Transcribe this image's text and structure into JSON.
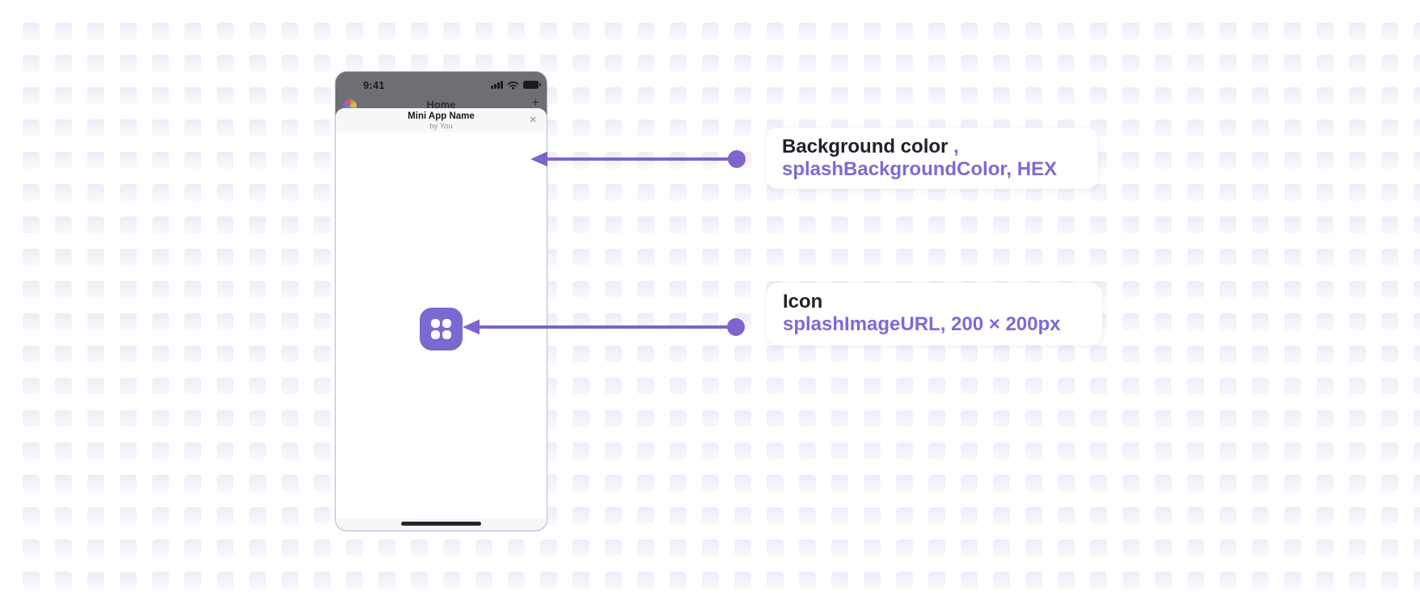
{
  "phone": {
    "status_bar": {
      "time": "9:41"
    },
    "background_app": {
      "title": "Home",
      "add_label": "+"
    },
    "sheet": {
      "app_name": "Mini App Name",
      "byline": "by You",
      "close_glyph": "✕"
    }
  },
  "annotations": {
    "background": {
      "label": "Background color",
      "separator": " ,",
      "value": "splashBackgroundColor, HEX"
    },
    "icon": {
      "label": "Icon",
      "value": "splashImageURL, 200 × 200px"
    }
  },
  "colors": {
    "accent_purple": "#7e64cc",
    "text_purple": "#7d6ad4",
    "text_dark": "#20232b",
    "icon_purple": "#7969d0",
    "phone_border": "#b9b1e4",
    "pattern_tile": "#efecf9",
    "dimmed_backdrop": "#6e6e73"
  }
}
